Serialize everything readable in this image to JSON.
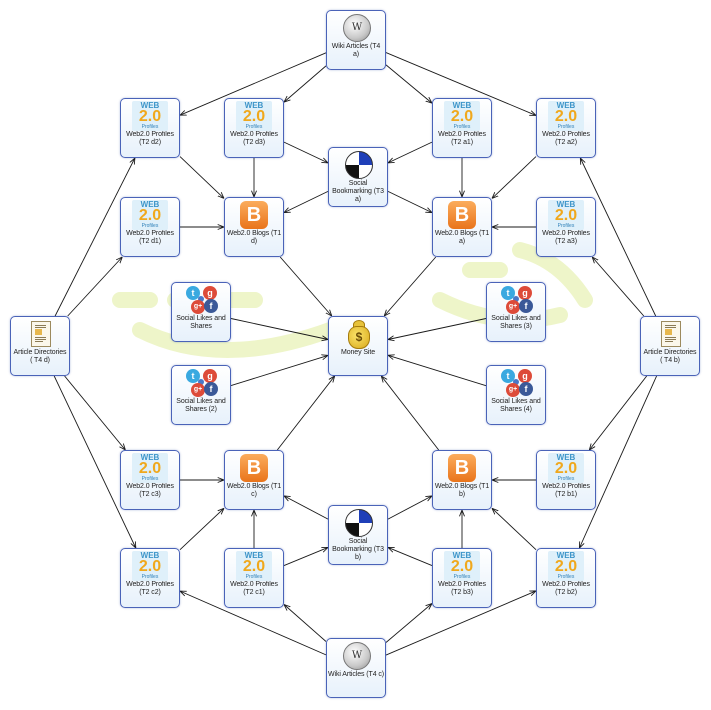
{
  "nodes": [
    {
      "id": "wiki_t4a",
      "label": "Wiki Articles (T4 a)",
      "icon": "wiki-globe-icon"
    },
    {
      "id": "wiki_t4c",
      "label": "Wiki Articles (T4 c)",
      "icon": "wiki-globe-icon"
    },
    {
      "id": "dir_t4d",
      "label": "Article Directories ( T4 d)",
      "icon": "article-directory-icon"
    },
    {
      "id": "dir_t4b",
      "label": "Article Directories ( T4 b)",
      "icon": "article-directory-icon"
    },
    {
      "id": "web_t2d2",
      "label": "Web2.0 Profiles (T2 d2)",
      "icon": "web20-icon"
    },
    {
      "id": "web_t2d3",
      "label": "Web2.0 Profiles (T2 d3)",
      "icon": "web20-icon"
    },
    {
      "id": "web_t2a1",
      "label": "Web2.0 Profiles (T2 a1)",
      "icon": "web20-icon"
    },
    {
      "id": "web_t2a2",
      "label": "Web2.0 Profiles (T2 a2)",
      "icon": "web20-icon"
    },
    {
      "id": "web_t2d1",
      "label": "Web2.0 Profiles (T2 d1)",
      "icon": "web20-icon"
    },
    {
      "id": "web_t2a3",
      "label": "Web2.0 Profiles (T2 a3)",
      "icon": "web20-icon"
    },
    {
      "id": "web_t2c3",
      "label": "Web2.0 Profiles (T2 c3)",
      "icon": "web20-icon"
    },
    {
      "id": "web_t2b1",
      "label": "Web2.0 Profiles (T2 b1)",
      "icon": "web20-icon"
    },
    {
      "id": "web_t2c2",
      "label": "Web2.0 Profiles (T2 c2)",
      "icon": "web20-icon"
    },
    {
      "id": "web_t2c1",
      "label": "Web2.0 Profiles (T2 c1)",
      "icon": "web20-icon"
    },
    {
      "id": "web_t2b3",
      "label": "Web2.0 Profiles (T2 b3)",
      "icon": "web20-icon"
    },
    {
      "id": "web_t2b2",
      "label": "Web2.0 Profiles (T2 b2)",
      "icon": "web20-icon"
    },
    {
      "id": "bm_t3a",
      "label": "Social Bookmarking (T3 a)",
      "icon": "social-bookmarking-icon"
    },
    {
      "id": "bm_t3b",
      "label": "Social Bookmarking (T3 b)",
      "icon": "social-bookmarking-icon"
    },
    {
      "id": "blog_t1d",
      "label": "Web2.0 Blogs (T1 d)",
      "icon": "blogger-icon"
    },
    {
      "id": "blog_t1a",
      "label": "Web2.0 Blogs (T1 a)",
      "icon": "blogger-icon"
    },
    {
      "id": "blog_t1c",
      "label": "Web2.0 Blogs (T1 c)",
      "icon": "blogger-icon"
    },
    {
      "id": "blog_t1b",
      "label": "Web2.0 Blogs (T1 b)",
      "icon": "blogger-icon"
    },
    {
      "id": "social_1",
      "label": "Social Likes and Shares",
      "icon": "social-media-icon"
    },
    {
      "id": "social_2",
      "label": "Social Likes and Shares (2)",
      "icon": "social-media-icon"
    },
    {
      "id": "social_3",
      "label": "Social Likes and Shares (3)",
      "icon": "social-media-icon"
    },
    {
      "id": "social_4",
      "label": "Social Likes and Shares (4)",
      "icon": "social-media-icon"
    },
    {
      "id": "money",
      "label": "Money Site",
      "icon": "money-bag-icon"
    }
  ],
  "edges": [
    [
      "wiki_t4a",
      "web_t2d2"
    ],
    [
      "wiki_t4a",
      "web_t2d3"
    ],
    [
      "wiki_t4a",
      "web_t2a1"
    ],
    [
      "wiki_t4a",
      "web_t2a2"
    ],
    [
      "wiki_t4c",
      "web_t2c2"
    ],
    [
      "wiki_t4c",
      "web_t2c1"
    ],
    [
      "wiki_t4c",
      "web_t2b3"
    ],
    [
      "wiki_t4c",
      "web_t2b2"
    ],
    [
      "dir_t4d",
      "web_t2d2"
    ],
    [
      "dir_t4d",
      "web_t2d1"
    ],
    [
      "dir_t4d",
      "web_t2c3"
    ],
    [
      "dir_t4d",
      "web_t2c2"
    ],
    [
      "dir_t4b",
      "web_t2a2"
    ],
    [
      "dir_t4b",
      "web_t2a3"
    ],
    [
      "dir_t4b",
      "web_t2b1"
    ],
    [
      "dir_t4b",
      "web_t2b2"
    ],
    [
      "web_t2d2",
      "blog_t1d"
    ],
    [
      "web_t2d3",
      "blog_t1d"
    ],
    [
      "web_t2d1",
      "blog_t1d"
    ],
    [
      "bm_t3a",
      "blog_t1d"
    ],
    [
      "web_t2a1",
      "blog_t1a"
    ],
    [
      "web_t2a2",
      "blog_t1a"
    ],
    [
      "web_t2a3",
      "blog_t1a"
    ],
    [
      "bm_t3a",
      "blog_t1a"
    ],
    [
      "web_t2c3",
      "blog_t1c"
    ],
    [
      "web_t2c2",
      "blog_t1c"
    ],
    [
      "web_t2c1",
      "blog_t1c"
    ],
    [
      "bm_t3b",
      "blog_t1c"
    ],
    [
      "web_t2b1",
      "blog_t1b"
    ],
    [
      "web_t2b2",
      "blog_t1b"
    ],
    [
      "web_t2b3",
      "blog_t1b"
    ],
    [
      "bm_t3b",
      "blog_t1b"
    ],
    [
      "web_t2d3",
      "bm_t3a"
    ],
    [
      "web_t2a1",
      "bm_t3a"
    ],
    [
      "web_t2c1",
      "bm_t3b"
    ],
    [
      "web_t2b3",
      "bm_t3b"
    ],
    [
      "blog_t1d",
      "money"
    ],
    [
      "blog_t1a",
      "money"
    ],
    [
      "blog_t1c",
      "money"
    ],
    [
      "blog_t1b",
      "money"
    ],
    [
      "social_1",
      "money"
    ],
    [
      "social_2",
      "money"
    ],
    [
      "social_3",
      "money"
    ],
    [
      "social_4",
      "money"
    ]
  ],
  "colors": {
    "node_border": "#4a63b8",
    "edge": "#1a1a1a",
    "watermark": "#eef5c9"
  }
}
